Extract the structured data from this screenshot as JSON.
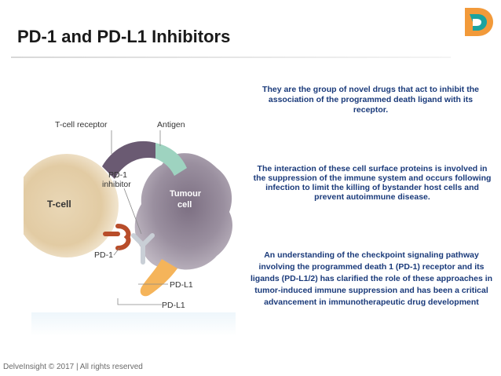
{
  "slide": {
    "title": "PD-1 and PD-L1 Inhibitors",
    "paragraphs": [
      "They are the group of novel drugs that act to inhibit the association of the programmed death ligand with its  receptor.",
      "The interaction of these cell surface proteins is involved in the suppression of the immune system and occurs following infection to limit the killing of bystander host cells and prevent autoimmune disease.",
      "An understanding of the checkpoint signaling pathway involving the programmed death 1 (PD-1) receptor and its ligands (PD-L1/2) has clarified the role of these approaches in tumor-induced immune suppression and has been a critical advancement in immunotherapeutic drug development"
    ],
    "footer": "DelveInsight © 2017 | All rights reserved"
  },
  "diagram": {
    "labels": {
      "tcell_receptor": "T-cell receptor",
      "antigen": "Antigen",
      "pd1_inhibitor_line1": "PD-1",
      "pd1_inhibitor_line2": "inhibitor",
      "tcell": "T-cell",
      "tumour_line1": "Tumour",
      "tumour_line2": "cell",
      "pd1": "PD-1",
      "pdl1_upper": "PD-L1",
      "pdl1_lower": "PD-L1"
    }
  },
  "colors": {
    "title": "#1a1a1a",
    "body_text": "#1a3a7a",
    "tcell": "#e6d2b0",
    "tumour": "#a49aa8",
    "tcr": "#6a5a72",
    "antigen": "#9ed3c0",
    "pd1": "#b84d2a",
    "pdl1": "#f5b45a",
    "logo_orange": "#f29a3a",
    "logo_teal": "#1aa3a0"
  }
}
